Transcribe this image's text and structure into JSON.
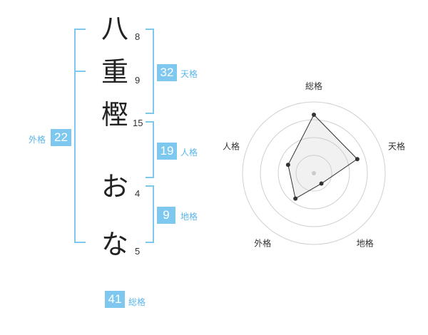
{
  "name": {
    "chars": [
      {
        "char": "八",
        "strokes": "8"
      },
      {
        "char": "重",
        "strokes": "9"
      },
      {
        "char": "樫",
        "strokes": "15"
      },
      {
        "char": "お",
        "strokes": "4"
      },
      {
        "char": "な",
        "strokes": "5"
      }
    ]
  },
  "kaku": {
    "tenkaku": {
      "value": "32",
      "label": "天格"
    },
    "jinkaku": {
      "value": "19",
      "label": "人格"
    },
    "chikaku": {
      "value": "9",
      "label": "地格"
    },
    "gaikaku": {
      "value": "22",
      "label": "外格"
    },
    "soukaku": {
      "value": "41",
      "label": "総格"
    }
  },
  "colors": {
    "accent": "#7ec8f0",
    "accent_text": "#5bb5e8",
    "fill": "#f0f0f0",
    "line": "#333333"
  },
  "chart_data": {
    "type": "radar",
    "axes": [
      "総格",
      "天格",
      "地格",
      "外格",
      "人格"
    ],
    "values": [
      41,
      32,
      9,
      22,
      19
    ],
    "levels": 4
  }
}
